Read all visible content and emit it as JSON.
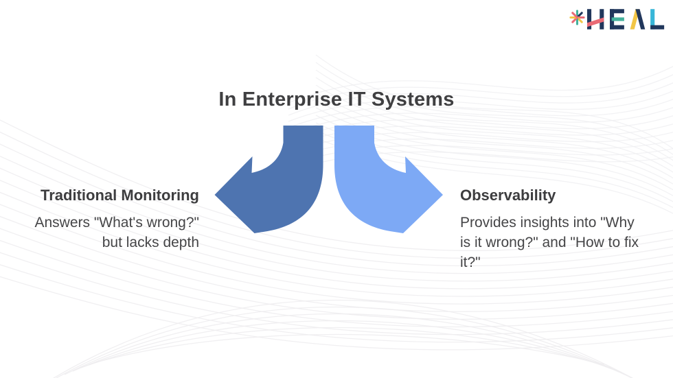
{
  "title": "In Enterprise IT Systems",
  "logo": {
    "brand": "HEAL",
    "icon": "asterisk-star-icon"
  },
  "left": {
    "heading": "Traditional Monitoring",
    "description_line1": "Answers \"What's wrong?\"",
    "description_line2": "but lacks depth"
  },
  "right": {
    "heading": "Observability",
    "description": "Provides insights into \"Why is it wrong?\" and \"How to fix it?\""
  },
  "colors": {
    "left_arrow": "#4e74b0",
    "right_arrow": "#7da9f5",
    "title_text": "#3f3f41",
    "body_text": "#454547",
    "wave_line": "#eeedf0",
    "logo_navy": "#21375c",
    "logo_teal": "#43b19c",
    "logo_coral": "#e96a75",
    "logo_yellow": "#f2c646",
    "logo_cyan": "#38b6d8"
  }
}
